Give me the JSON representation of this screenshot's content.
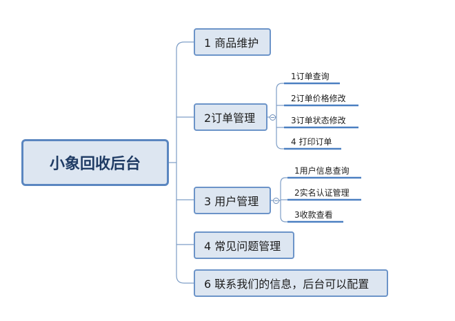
{
  "root": {
    "label": "小象回收后台"
  },
  "branches": [
    {
      "label": "1 商品维护"
    },
    {
      "label": "2订单管理"
    },
    {
      "label": "3 用户管理"
    },
    {
      "label": "4 常见问题管理"
    },
    {
      "label": "6 联系我们的信息，后台可以配置"
    }
  ],
  "order_children": [
    "1订单查询",
    "2订单价格修改",
    "3订单状态修改",
    "4 打印订单"
  ],
  "user_children": [
    "1用户信息查询",
    "2实名认证管理",
    "3收款查看"
  ],
  "colors": {
    "branch_fill": "#dde6f1",
    "border": "#6b93c8",
    "leaf_underline": "#4a7fc1",
    "connector": "#7d9dc6"
  }
}
